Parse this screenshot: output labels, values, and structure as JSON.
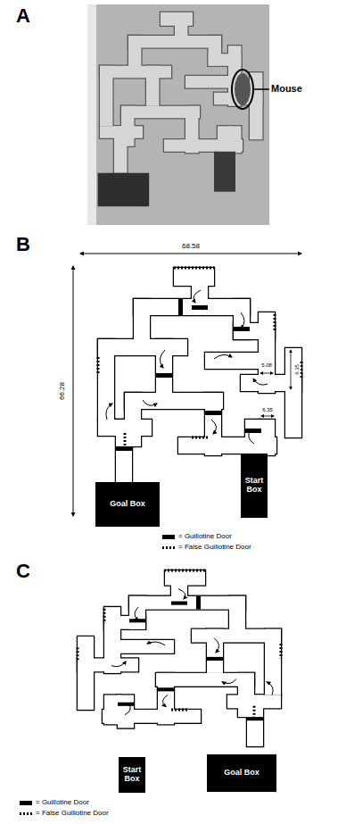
{
  "diagram": {
    "nodes": [
      {
        "text": [
          "Goal Box"
        ]
      },
      {
        "text": [
          "Start Box"
        ]
      },
      {
        "text": [
          "Start Box"
        ]
      },
      {
        "text": [
          "Goal Box"
        ]
      }
    ],
    "labels": [
      "A",
      "Mouse",
      "B",
      "68.58",
      "66.28",
      "5.08",
      "6.35",
      "6.35",
      "C"
    ],
    "legend": [
      {
        "text": "= Guillotine Door",
        "color": "#000000"
      },
      {
        "text": "= False Guillotine Door"
      },
      {
        "text": "= Guillotine Door",
        "color": "#000000"
      },
      {
        "text": "= False Guillotine Door"
      }
    ]
  }
}
